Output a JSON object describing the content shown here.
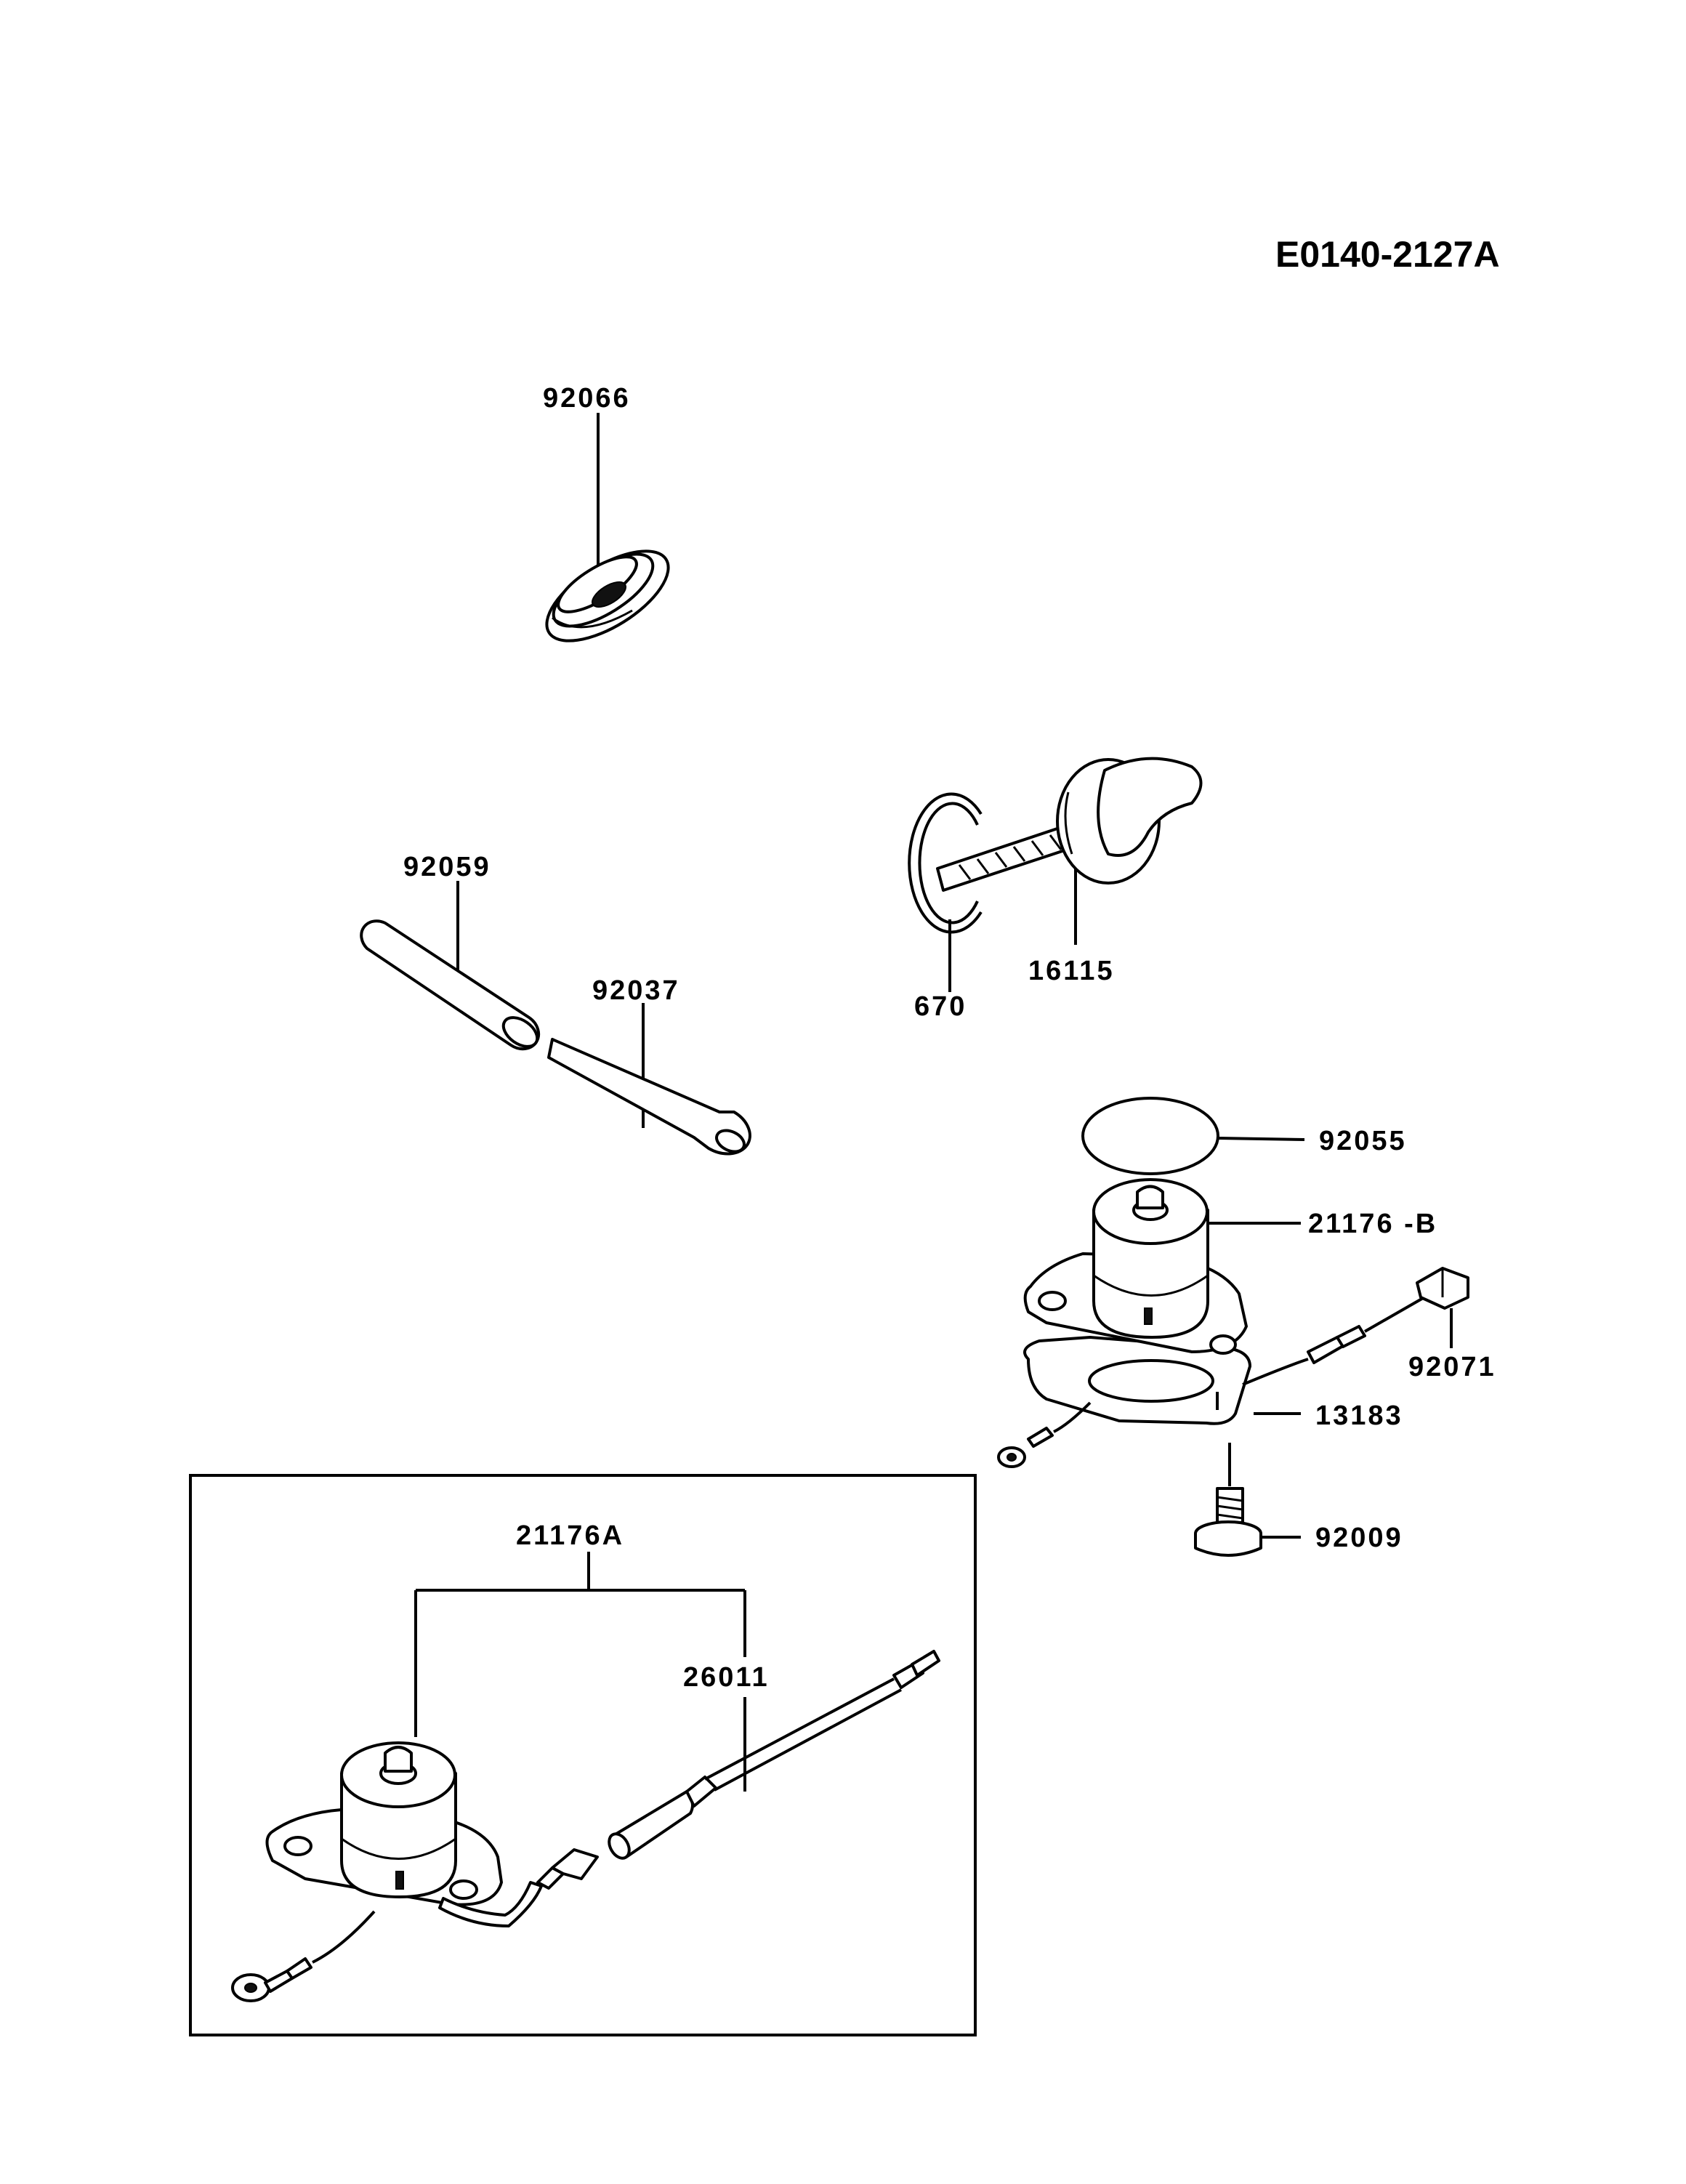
{
  "diagram": {
    "code": "E0140-2127A",
    "labels": {
      "p92066": "92066",
      "p92059": "92059",
      "p92037": "92037",
      "p670": "670",
      "p16115": "16115",
      "p92055": "92055",
      "p21176b": "21176 -B",
      "p92071": "92071",
      "p13183": "13183",
      "p92009": "92009",
      "p21176a": "21176A",
      "p26011": "26011"
    }
  }
}
